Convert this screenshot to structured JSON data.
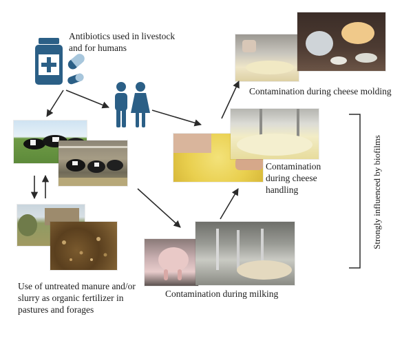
{
  "labels": {
    "antibiotics": "Antibiotics used in livestock and for humans",
    "molding": "Contamination during cheese molding",
    "handling": "Contamination during cheese handling",
    "milking": "Contamination during milking",
    "manure": "Use of untreated manure and/or slurry as organic fertilizer in pastures and forages",
    "biofilms": "Strongly influenced by biofilms"
  },
  "icons": {
    "medicine": "medicine-bottle-and-pills-icon",
    "humans": "two-people-icon"
  },
  "colors": {
    "icon_blue": "#2b5f86",
    "pill_light": "#a7c6dc",
    "arrow": "#2a2a2a"
  }
}
